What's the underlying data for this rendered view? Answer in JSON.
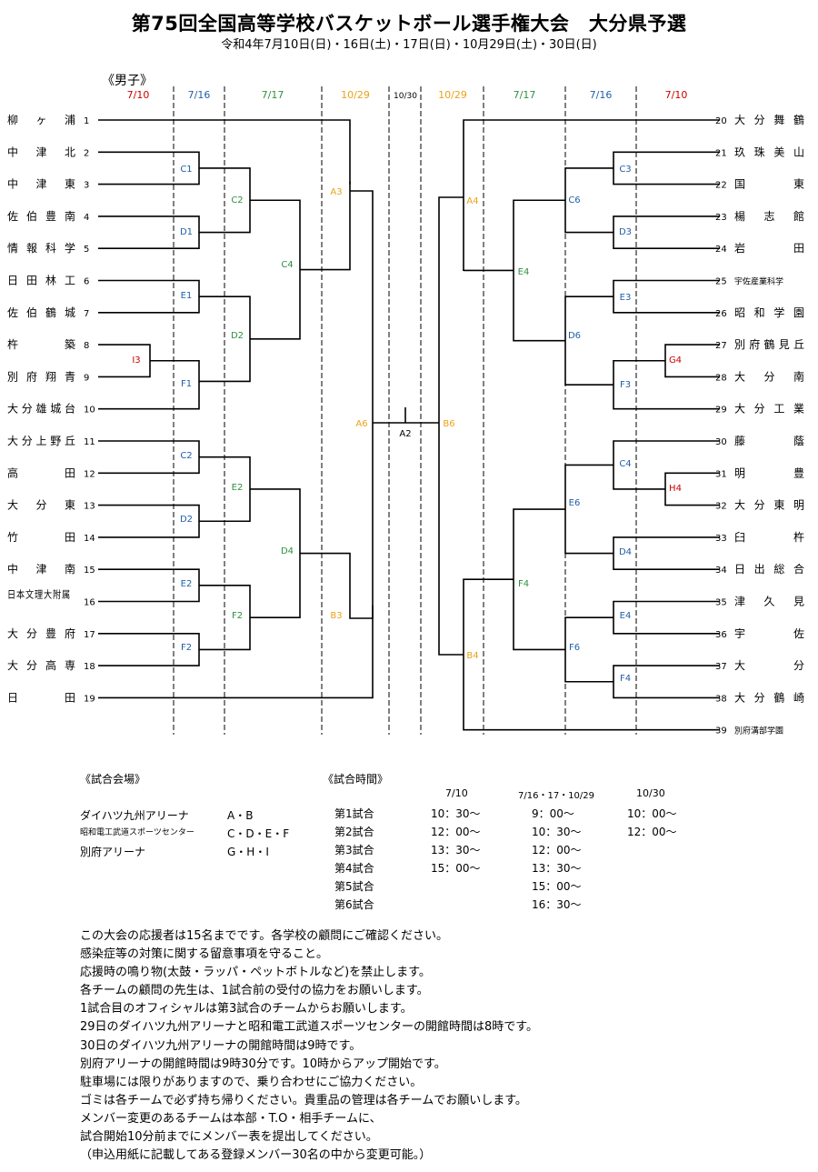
{
  "title": "第75回全国高等学校バスケットボール選手権大会　大分県予選",
  "subtitle": "令和4年7月10日(日)・16日(土)・17日(日)・10月29日(土)・30日(日)",
  "gender_label": "《男子》",
  "colors": {
    "jul10": "#cc0000",
    "jul16": "#1f5fa8",
    "jul17": "#2f8f3f",
    "oct29": "#e8a317",
    "oct30": "#000000"
  },
  "date_headers": [
    {
      "label": "7/10",
      "color": "jul10"
    },
    {
      "label": "7/16",
      "color": "jul16"
    },
    {
      "label": "7/17",
      "color": "jul17"
    },
    {
      "label": "10/29",
      "color": "oct29"
    },
    {
      "label": "10/30",
      "color": "oct30"
    },
    {
      "label": "10/29",
      "color": "oct29"
    },
    {
      "label": "7/17",
      "color": "jul17"
    },
    {
      "label": "7/16",
      "color": "jul16"
    },
    {
      "label": "7/10",
      "color": "jul10"
    }
  ],
  "left_teams": [
    {
      "num": "1",
      "name": "柳ヶ浦"
    },
    {
      "num": "2",
      "name": "中津北"
    },
    {
      "num": "3",
      "name": "中津東"
    },
    {
      "num": "4",
      "name": "佐伯豊南"
    },
    {
      "num": "5",
      "name": "情報科学"
    },
    {
      "num": "6",
      "name": "日田林工"
    },
    {
      "num": "7",
      "name": "佐伯鶴城"
    },
    {
      "num": "8",
      "name": "杵築"
    },
    {
      "num": "9",
      "name": "別府翔青"
    },
    {
      "num": "10",
      "name": "大分雄城台"
    },
    {
      "num": "11",
      "name": "大分上野丘"
    },
    {
      "num": "12",
      "name": "高田"
    },
    {
      "num": "13",
      "name": "大分東"
    },
    {
      "num": "14",
      "name": "竹田"
    },
    {
      "num": "15",
      "name": "中津南"
    },
    {
      "num": "16",
      "name": "日本文理大附属"
    },
    {
      "num": "17",
      "name": "大分豊府"
    },
    {
      "num": "18",
      "name": "大分高専"
    },
    {
      "num": "19",
      "name": "日田"
    }
  ],
  "right_teams": [
    {
      "num": "20",
      "name": "大分舞鶴"
    },
    {
      "num": "21",
      "name": "玖珠美山"
    },
    {
      "num": "22",
      "name": "国東"
    },
    {
      "num": "23",
      "name": "楊志館"
    },
    {
      "num": "24",
      "name": "岩田"
    },
    {
      "num": "25",
      "name": "宇佐産業科学"
    },
    {
      "num": "26",
      "name": "昭和学園"
    },
    {
      "num": "27",
      "name": "別府鶴見丘"
    },
    {
      "num": "28",
      "name": "大分南"
    },
    {
      "num": "29",
      "name": "大分工業"
    },
    {
      "num": "30",
      "name": "藤蔭"
    },
    {
      "num": "31",
      "name": "明豊"
    },
    {
      "num": "32",
      "name": "大分東明"
    },
    {
      "num": "33",
      "name": "臼杵"
    },
    {
      "num": "34",
      "name": "日出総合"
    },
    {
      "num": "35",
      "name": "津久見"
    },
    {
      "num": "36",
      "name": "宇佐"
    },
    {
      "num": "37",
      "name": "大分"
    },
    {
      "num": "38",
      "name": "大分鶴崎"
    },
    {
      "num": "39",
      "name": "別府溝部学園"
    }
  ],
  "game_labels": {
    "I3": "I3",
    "C1": "C1",
    "D1": "D1",
    "E1": "E1",
    "F1": "F1",
    "C2": "C2",
    "D2": "D2",
    "E2": "E2",
    "F2": "F2",
    "C4": "C4",
    "D4": "D4",
    "A3": "A3",
    "B3": "B3",
    "A6": "A6",
    "A2": "A2",
    "B6": "B6",
    "A4": "A4",
    "B4": "B4",
    "E4": "E4",
    "F4": "F4",
    "C6": "C6",
    "D6": "D6",
    "E6": "E6",
    "F6": "F6",
    "C3": "C3",
    "D3": "D3",
    "E3": "E3",
    "F3": "F3",
    "G4": "G4",
    "H4": "H4",
    "D4R": "D4",
    "E4R": "E4",
    "F4R": "F4"
  },
  "venues_title": "《試合会場》",
  "venues": [
    {
      "name": "ダイハツ九州アリーナ",
      "courts": "A・B"
    },
    {
      "name": "昭和電工武道スポーツセンター",
      "courts": "C・D・E・F"
    },
    {
      "name": "別府アリーナ",
      "courts": "G・H・I"
    }
  ],
  "times_title": "《試合時間》",
  "times_headers": [
    "7/10",
    "7/16・17・10/29",
    "10/30"
  ],
  "times_rows": [
    {
      "game": "第1試合",
      "t1": "10：30～",
      "t2": "9：00～",
      "t3": "10：00～"
    },
    {
      "game": "第2試合",
      "t1": "12：00～",
      "t2": "10：30～",
      "t3": "12：00～"
    },
    {
      "game": "第3試合",
      "t1": "13：30～",
      "t2": "12：00～",
      "t3": ""
    },
    {
      "game": "第4試合",
      "t1": "15：00～",
      "t2": "13：30～",
      "t3": ""
    },
    {
      "game": "第5試合",
      "t1": "",
      "t2": "15：00～",
      "t3": ""
    },
    {
      "game": "第6試合",
      "t1": "",
      "t2": "16：30～",
      "t3": ""
    }
  ],
  "notes": [
    "この大会の応援者は15名までです。各学校の顧問にご確認ください。",
    "感染症等の対策に関する留意事項を守ること。",
    "応援時の鳴り物(太鼓・ラッパ・ペットボトルなど)を禁止します。",
    "各チームの顧問の先生は、1試合前の受付の協力をお願いします。",
    "1試合目のオフィシャルは第3試合のチームからお願いします。",
    "29日のダイハツ九州アリーナと昭和電工武道スポーツセンターの開館時間は8時です。",
    "30日のダイハツ九州アリーナの開館時間は9時です。",
    "別府アリーナの開館時間は9時30分です。10時からアップ開始です。",
    "駐車場には限りがありますので、乗り合わせにご協力ください。",
    "ゴミは各チームで必ず持ち帰りください。貴重品の管理は各チームでお願いします。",
    "メンバー変更のあるチームは本部・T.O・相手チームに、",
    "試合開始10分前までにメンバー表を提出してください。",
    "（申込用紙に記載してある登録メンバー30名の中から変更可能。）"
  ]
}
